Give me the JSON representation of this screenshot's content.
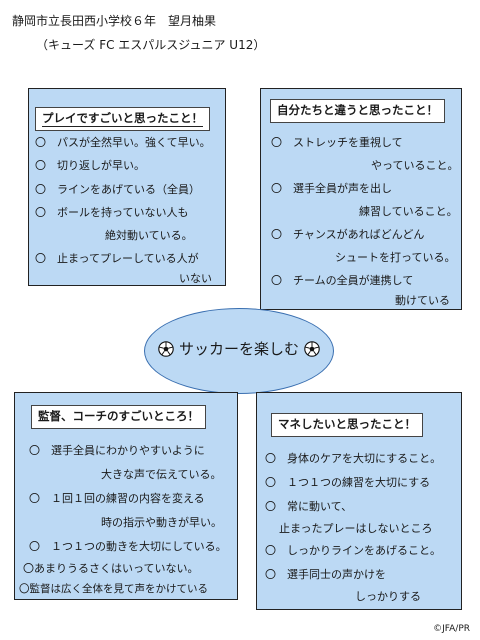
{
  "header": {
    "line1": "静岡市立長田西小学校６年　望月柚果",
    "line2": "（キューズ FC エスパルスジュニア U12）"
  },
  "center": {
    "text": "サッカーを楽しむ"
  },
  "box_tl": {
    "title": "プレイですごいと思ったこと！",
    "items": [
      {
        "bullet": "〇",
        "text": "パスが全然早い。強くて早い。"
      },
      {
        "bullet": "〇",
        "text": "切り返しが早い。"
      },
      {
        "bullet": "〇",
        "text": "ラインをあげている（全員）"
      },
      {
        "bullet": "〇",
        "text": "ボールを持っていない人も"
      },
      {
        "bullet": "",
        "text": "絶対動いている。"
      },
      {
        "bullet": "〇",
        "text": "止まってプレーしている人が"
      },
      {
        "bullet": "",
        "text": "いない"
      }
    ]
  },
  "box_tr": {
    "title": "自分たちと違うと思ったこと！",
    "items": [
      {
        "bullet": "〇",
        "text": "ストレッチを重視して"
      },
      {
        "bullet": "",
        "text": "やっていること。"
      },
      {
        "bullet": "〇",
        "text": "選手全員が声を出し"
      },
      {
        "bullet": "",
        "text": "練習していること。"
      },
      {
        "bullet": "〇",
        "text": "チャンスがあればどんどん"
      },
      {
        "bullet": "",
        "text": "シュートを打っている。"
      },
      {
        "bullet": "〇",
        "text": "チームの全員が連携して"
      },
      {
        "bullet": "",
        "text": "動けている"
      }
    ]
  },
  "box_bl": {
    "title": "監督、コーチのすごいところ！",
    "items": [
      {
        "bullet": "〇",
        "text": "選手全員にわかりやすいように"
      },
      {
        "bullet": "",
        "text": "大きな声で伝えている。"
      },
      {
        "bullet": "〇",
        "text": "１回１回の練習の内容を変える"
      },
      {
        "bullet": "",
        "text": "時の指示や動きが早い。"
      },
      {
        "bullet": "〇",
        "text": "１つ１つの動きを大切にしている。"
      },
      {
        "bullet": "",
        "text": "〇あまりうるさくはいっていない。"
      },
      {
        "bullet": "",
        "text": "〇監督は広く全体を見て声をかけている"
      }
    ]
  },
  "box_br": {
    "title": "マネしたいと思ったこと！",
    "items": [
      {
        "bullet": "〇",
        "text": "身体のケアを大切にすること。"
      },
      {
        "bullet": "〇",
        "text": "１つ１つの練習を大切にする"
      },
      {
        "bullet": "〇",
        "text": "常に動いて、"
      },
      {
        "bullet": "",
        "text": "止まったプレーはしないところ"
      },
      {
        "bullet": "〇",
        "text": "しっかりラインをあげること。"
      },
      {
        "bullet": "〇",
        "text": "選手同士の声かけを"
      },
      {
        "bullet": "",
        "text": "しっかりする"
      }
    ]
  },
  "credit": "©JFA/PR",
  "colors": {
    "box_fill": "#bcd9f4",
    "border": "#222222",
    "oval_border": "#3a6fb0"
  },
  "icons": {
    "center": "soccer-ball-icon"
  }
}
